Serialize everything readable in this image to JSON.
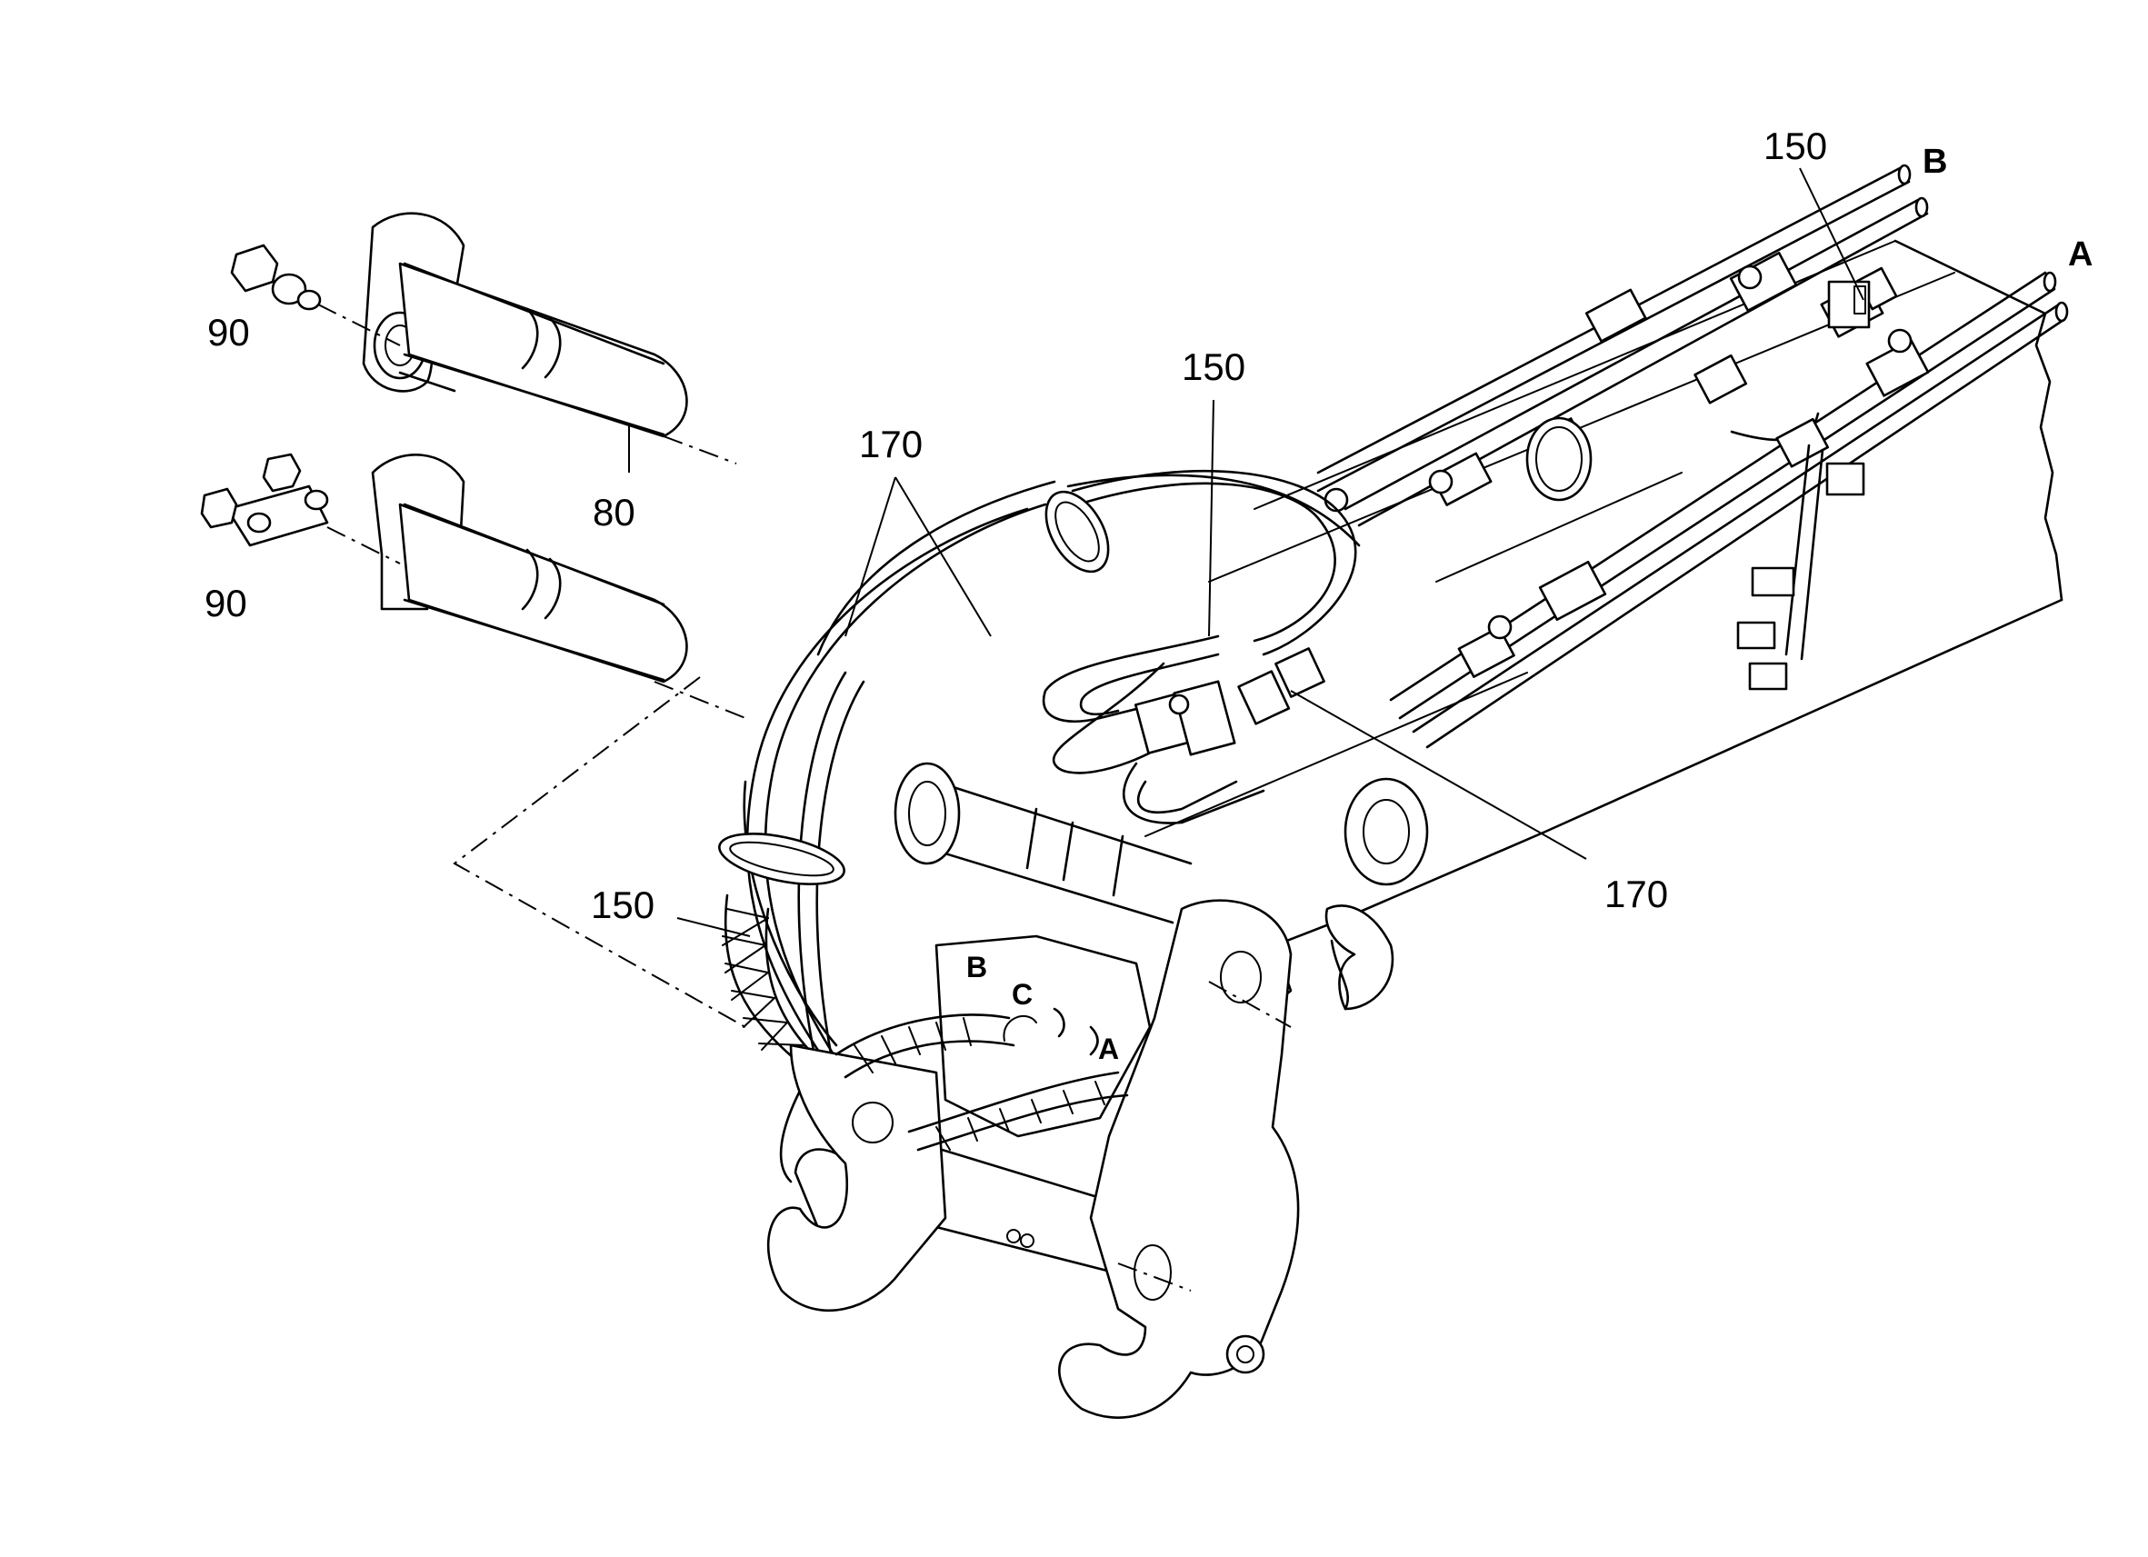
{
  "callouts": {
    "c90_top": "90",
    "c90_bottom": "90",
    "c80": "80",
    "c170_top": "170",
    "c170_right": "170",
    "c150_top_right": "150",
    "c150_center": "150",
    "c150_left": "150"
  },
  "port_letters": {
    "top_b": "B",
    "top_a": "A",
    "port_b": "B",
    "port_c": "C",
    "port_a": "A"
  }
}
